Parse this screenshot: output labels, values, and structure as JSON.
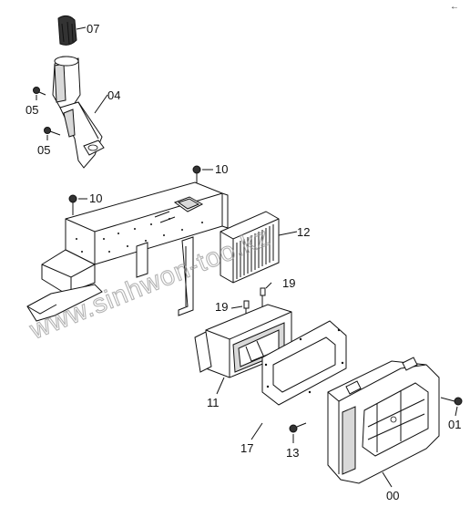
{
  "diagram": {
    "watermark": "www.sinhwon-too.kz",
    "corner_mark": "←",
    "callouts": [
      {
        "id": "07",
        "label": "07"
      },
      {
        "id": "04",
        "label": "04"
      },
      {
        "id": "05a",
        "label": "05"
      },
      {
        "id": "05b",
        "label": "05"
      },
      {
        "id": "10a",
        "label": "10"
      },
      {
        "id": "10b",
        "label": "10"
      },
      {
        "id": "12",
        "label": "12"
      },
      {
        "id": "19a",
        "label": "19"
      },
      {
        "id": "19b",
        "label": "19"
      },
      {
        "id": "11",
        "label": "11"
      },
      {
        "id": "17",
        "label": "17"
      },
      {
        "id": "13",
        "label": "13"
      },
      {
        "id": "01",
        "label": "01"
      },
      {
        "id": "00",
        "label": "00"
      }
    ]
  }
}
